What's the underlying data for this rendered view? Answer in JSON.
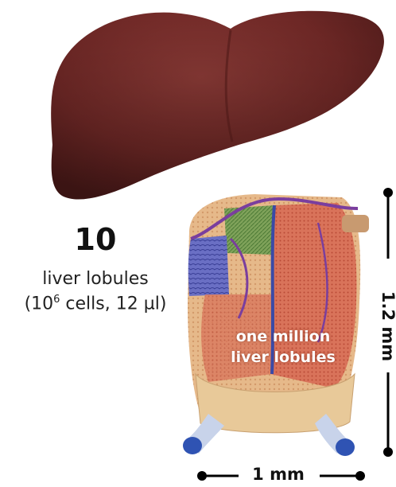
{
  "liver": {
    "count": "10",
    "label": "liver lobules",
    "detail_prefix": "(10",
    "detail_sup": "6",
    "detail_suffix": " cells, 12 µl)",
    "color": "#7b2e2b"
  },
  "lobule": {
    "overlay_line1": "one million",
    "overlay_line2": "liver lobules",
    "height_label": "1.2 mm",
    "width_label": "1 mm"
  }
}
